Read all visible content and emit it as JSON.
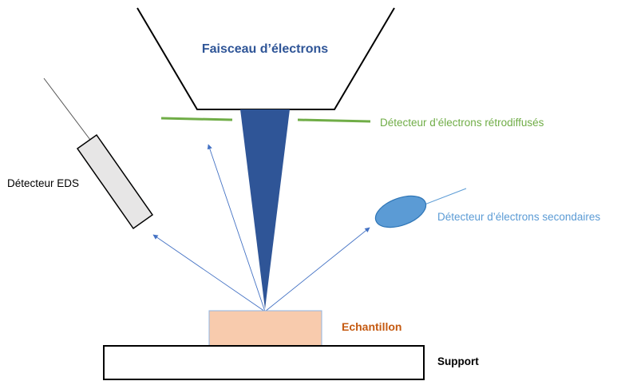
{
  "labels": {
    "beam": "Faisceau d’électrons",
    "backscatter_detector": "Détecteur d’électrons rétrodiffusés",
    "eds_detector": "Détecteur EDS",
    "secondary_detector": "Détecteur d’électrons secondaires",
    "sample": "Echantillon",
    "support": "Support"
  },
  "colors": {
    "beam_text": "#2f5597",
    "beam_fill": "#2f5597",
    "backscatter": "#70ad47",
    "secondary": "#5b9bd5",
    "secondary_fill": "#5b9bd5",
    "sample_text": "#c55a11",
    "sample_fill": "#f8cbad",
    "sample_border": "#8fb4e3",
    "arrow": "#4472c4",
    "outline": "#000000",
    "eds_fill": "#e7e6e6"
  }
}
